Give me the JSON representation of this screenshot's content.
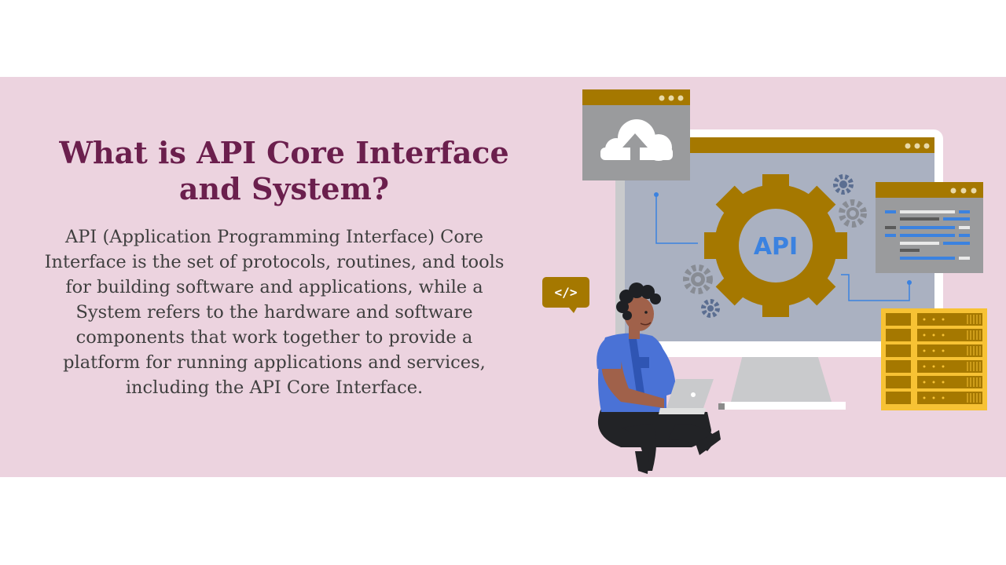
{
  "slide": {
    "title": "What is API Core Interface and System?",
    "body": "API (Application Programming Interface) Core Interface is the set of protocols, routines, and tools for building software and applications, while a System refers to the hardware and software components that work together to provide a platform for running applications and services, including the API Core Interface."
  },
  "illustration": {
    "gear_label": "API",
    "code_bubble": "</>",
    "icons": [
      "cloud-upload-icon",
      "gear-icon",
      "code-icon",
      "server-rack-icon",
      "laptop-icon"
    ]
  },
  "colors": {
    "band": "#ecd3df",
    "title": "#6b1f4d",
    "body": "#3f3f3f",
    "gold": "#a57800",
    "api_blue": "#3b82e0",
    "server_yellow": "#f7c234"
  }
}
